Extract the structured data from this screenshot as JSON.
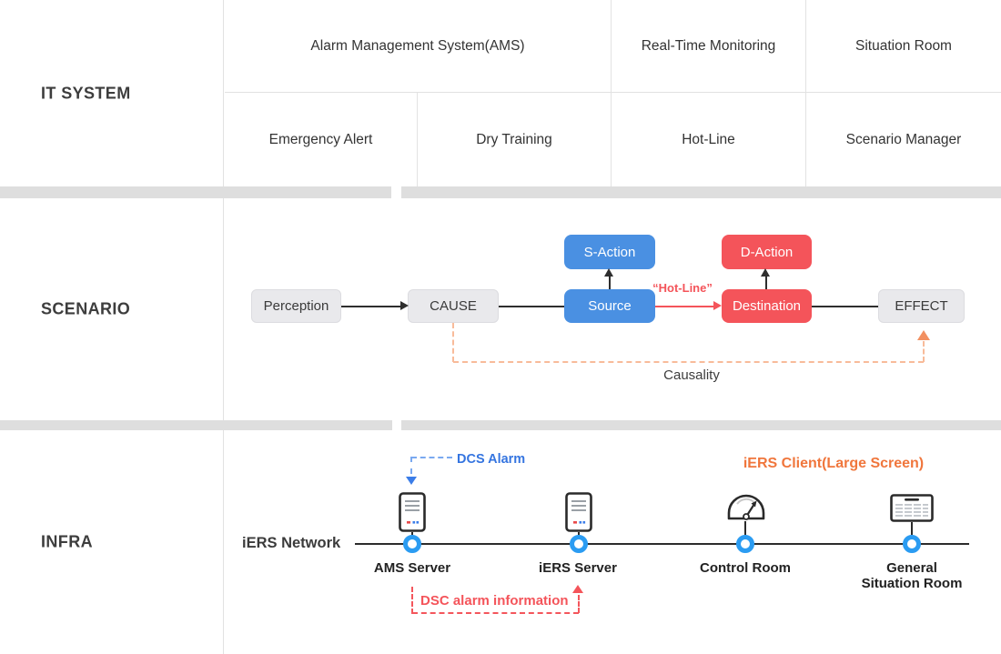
{
  "colors": {
    "blue_box": "#4a90e2",
    "red_box": "#f4545a",
    "gray_box": "#e9e9ec",
    "node_blue": "#2b9cf2",
    "link_blue": "#3575e0",
    "orange_text": "#f0763c",
    "orange_dash": "#f8bb9a",
    "divider_gray": "#dedede"
  },
  "it_system": {
    "label": "IT SYSTEM",
    "cells_row1": [
      "Alarm Management System(AMS)",
      "Real-Time Monitoring",
      "Situation Room"
    ],
    "cells_row2": [
      "Emergency Alert",
      "Dry Training",
      "Hot-Line",
      "Scenario Manager"
    ]
  },
  "scenario": {
    "label": "SCENARIO",
    "nodes": {
      "perception": "Perception",
      "cause": "CAUSE",
      "source": "Source",
      "s_action": "S-Action",
      "d_action": "D-Action",
      "destination": "Destination",
      "effect": "EFFECT"
    },
    "hotline": "“Hot-Line”",
    "causality": "Causality"
  },
  "infra": {
    "label": "INFRA",
    "network": "iERS Network",
    "dcs_alarm": "DCS Alarm",
    "iers_client": "iERS Client(Large Screen)",
    "dsc_info": "DSC alarm information",
    "node_labels": [
      "AMS Server",
      "iERS Server",
      "Control Room",
      "General\nSituation Room"
    ]
  }
}
